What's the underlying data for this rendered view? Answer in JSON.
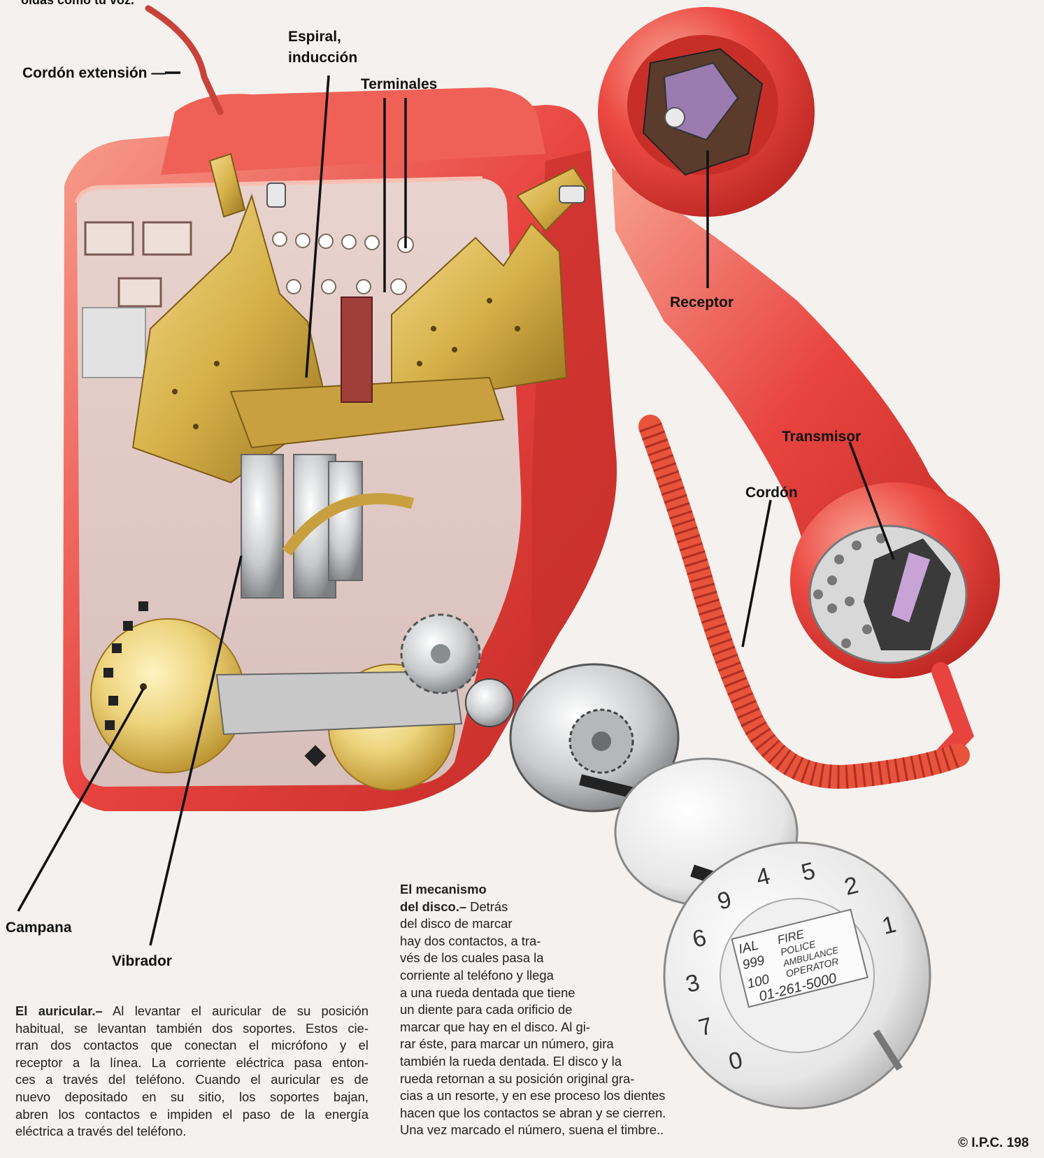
{
  "labels": {
    "top_snippet": "oídas como tu voz.",
    "cordon_extension": "Cordón extensión —",
    "espiral": "Espiral,",
    "induccion": "inducción",
    "terminales": "Terminales",
    "receptor": "Receptor",
    "transmisor": "Transmisor",
    "cordon": "Cordón",
    "campana": "Campana",
    "vibrador": "Vibrador"
  },
  "auricular": {
    "lead": "El auricular.–",
    "lines": [
      " Al levantar el auricular de su posición",
      "habitual, se levantan también dos soportes. Estos cie-",
      "rran dos contactos que conectan el micrófono y el",
      "receptor a la línea. La corriente eléctrica pasa enton-",
      "ces a través del teléfono. Cuando el auricular es de",
      "nuevo depositado en su sitio, los soportes bajan,",
      "abren los contactos e impiden el paso de la energía",
      "eléctrica a través del teléfono."
    ]
  },
  "disco": {
    "lead_line1": "El mecanismo",
    "lead_line2": "del disco.–",
    "lines_after_lead": " Detrás",
    "lines": [
      "del disco de marcar",
      "hay dos contactos, a tra-",
      "vés de los cuales pasa la",
      "corriente al teléfono y llega",
      "a una rueda dentada que tiene",
      "un diente para cada orificio de",
      "marcar que hay en el disco. Al gi-",
      "rar éste, para marcar un número, gira",
      "también la rueda dentada. El disco y la",
      "rueda retornan a su posición original gra-",
      "cias a un resorte, y en ese proceso los dientes",
      "hacen que los contactos se abran y se cierren.",
      "Una vez marcado el número, suena el timbre.."
    ]
  },
  "dial_card": {
    "l1a": "IAL",
    "l1b": "FIRE",
    "l2a": "999",
    "l2b": "POLICE",
    "l2c": "AMBULANCE",
    "l3a": "100",
    "l3b": "OPERATOR",
    "l4": "01-261-5000"
  },
  "dial_digits": [
    "4",
    "5",
    "2",
    "1",
    "3",
    "7",
    "0",
    "6",
    "9"
  ],
  "copyright": "© I.P.C. 198",
  "colors": {
    "phone_red": "#e8433f",
    "phone_red_dark": "#b8231f",
    "phone_red_light": "#f59a8a",
    "brass": "#d7b24a",
    "brass_dark": "#9a7420",
    "steel": "#b9bbbd",
    "paper": "#f4f1ee"
  }
}
